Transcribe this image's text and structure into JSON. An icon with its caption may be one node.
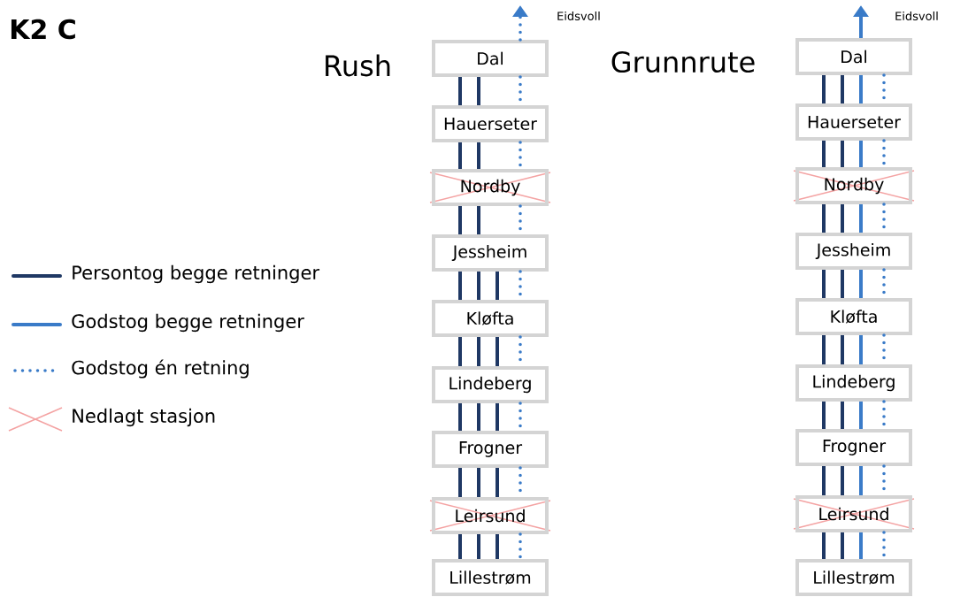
{
  "diagram": {
    "title": "K2 C",
    "nodes": [
      {
        "text": [
          "Dal"
        ]
      },
      {
        "text": [
          "Hauerseter"
        ]
      },
      {
        "text": [
          "Nordby"
        ]
      },
      {
        "text": [
          "Jessheim"
        ]
      },
      {
        "text": [
          "Kløfta"
        ]
      },
      {
        "text": [
          "Lindeberg"
        ]
      },
      {
        "text": [
          "Frogner"
        ]
      },
      {
        "text": [
          "Leirsund"
        ]
      },
      {
        "text": [
          "Lillestrøm"
        ]
      },
      {
        "text": [
          "Eidsvoll"
        ]
      },
      {
        "text": [
          "Dal"
        ]
      },
      {
        "text": [
          "Hauerseter"
        ]
      },
      {
        "text": [
          "Nordby"
        ]
      },
      {
        "text": [
          "Jessheim"
        ]
      },
      {
        "text": [
          "Kløfta"
        ]
      },
      {
        "text": [
          "Lindeberg"
        ]
      },
      {
        "text": [
          "Frogner"
        ]
      },
      {
        "text": [
          "Leirsund"
        ]
      },
      {
        "text": [
          "Lillestrøm"
        ]
      },
      {
        "text": [
          "Eidsvoll"
        ]
      }
    ],
    "edges": [
      {
        "from": 0,
        "to": 9,
        "arrow": "to",
        "style": "dashed",
        "color": "#3a7bc8"
      },
      {
        "from": 0,
        "to": 1,
        "arrow": "none"
      },
      {
        "from": 0,
        "to": 1,
        "arrow": "none"
      },
      {
        "from": 0,
        "to": 1,
        "arrow": "none",
        "style": "dashed",
        "color": "#3a7bc8"
      },
      {
        "from": 1,
        "to": 2,
        "arrow": "none"
      },
      {
        "from": 1,
        "to": 2,
        "arrow": "none"
      },
      {
        "from": 1,
        "to": 2,
        "arrow": "none",
        "style": "dashed",
        "color": "#3a7bc8"
      },
      {
        "from": 2,
        "to": 3,
        "arrow": "none"
      },
      {
        "from": 2,
        "to": 3,
        "arrow": "none"
      },
      {
        "from": 2,
        "to": 3,
        "arrow": "none",
        "style": "dashed",
        "color": "#3a7bc8"
      },
      {
        "from": 3,
        "to": 4,
        "arrow": "none"
      },
      {
        "from": 3,
        "to": 4,
        "arrow": "none"
      },
      {
        "from": 3,
        "to": 4,
        "arrow": "none"
      },
      {
        "from": 3,
        "to": 4,
        "arrow": "none",
        "style": "dashed",
        "color": "#3a7bc8"
      },
      {
        "from": 4,
        "to": 5,
        "arrow": "none"
      },
      {
        "from": 4,
        "to": 5,
        "arrow": "none"
      },
      {
        "from": 4,
        "to": 5,
        "arrow": "none"
      },
      {
        "from": 4,
        "to": 5,
        "arrow": "none",
        "style": "dashed",
        "color": "#3a7bc8"
      },
      {
        "from": 5,
        "to": 6,
        "arrow": "none"
      },
      {
        "from": 5,
        "to": 6,
        "arrow": "none"
      },
      {
        "from": 5,
        "to": 6,
        "arrow": "none"
      },
      {
        "from": 5,
        "to": 6,
        "arrow": "none",
        "style": "dashed",
        "color": "#3a7bc8"
      },
      {
        "from": 6,
        "to": 7,
        "arrow": "none"
      },
      {
        "from": 6,
        "to": 7,
        "arrow": "none"
      },
      {
        "from": 6,
        "to": 7,
        "arrow": "none"
      },
      {
        "from": 6,
        "to": 7,
        "arrow": "none",
        "style": "dashed",
        "color": "#3a7bc8"
      },
      {
        "from": 7,
        "to": 8,
        "arrow": "none"
      },
      {
        "from": 7,
        "to": 8,
        "arrow": "none"
      },
      {
        "from": 7,
        "to": 8,
        "arrow": "none"
      },
      {
        "from": 7,
        "to": 8,
        "arrow": "none",
        "style": "dashed",
        "color": "#3a7bc8"
      },
      {
        "from": 10,
        "to": 19,
        "arrow": "to",
        "color": "#3a7bc8"
      },
      {
        "from": 10,
        "to": 11,
        "arrow": "none"
      },
      {
        "from": 10,
        "to": 11,
        "arrow": "none"
      },
      {
        "from": 10,
        "to": 11,
        "arrow": "none",
        "color": "#3a7bc8"
      },
      {
        "from": 10,
        "to": 11,
        "arrow": "none",
        "style": "dashed",
        "color": "#3a7bc8"
      },
      {
        "from": 11,
        "to": 12,
        "arrow": "none"
      },
      {
        "from": 11,
        "to": 12,
        "arrow": "none"
      },
      {
        "from": 11,
        "to": 12,
        "arrow": "none",
        "color": "#3a7bc8"
      },
      {
        "from": 11,
        "to": 12,
        "arrow": "none",
        "style": "dashed",
        "color": "#3a7bc8"
      },
      {
        "from": 12,
        "to": 13,
        "arrow": "none"
      },
      {
        "from": 12,
        "to": 13,
        "arrow": "none"
      },
      {
        "from": 12,
        "to": 13,
        "arrow": "none",
        "color": "#3a7bc8"
      },
      {
        "from": 12,
        "to": 13,
        "arrow": "none",
        "style": "dashed",
        "color": "#3a7bc8"
      },
      {
        "from": 13,
        "to": 14,
        "arrow": "none"
      },
      {
        "from": 13,
        "to": 14,
        "arrow": "none"
      },
      {
        "from": 13,
        "to": 14,
        "arrow": "none",
        "color": "#3a7bc8"
      },
      {
        "from": 13,
        "to": 14,
        "arrow": "none",
        "style": "dashed",
        "color": "#3a7bc8"
      },
      {
        "from": 14,
        "to": 15,
        "arrow": "none"
      },
      {
        "from": 14,
        "to": 15,
        "arrow": "none"
      },
      {
        "from": 14,
        "to": 15,
        "arrow": "none",
        "color": "#3a7bc8"
      },
      {
        "from": 14,
        "to": 15,
        "arrow": "none",
        "style": "dashed",
        "color": "#3a7bc8"
      },
      {
        "from": 15,
        "to": 16,
        "arrow": "none"
      },
      {
        "from": 15,
        "to": 16,
        "arrow": "none"
      },
      {
        "from": 15,
        "to": 16,
        "arrow": "none",
        "color": "#3a7bc8"
      },
      {
        "from": 15,
        "to": 16,
        "arrow": "none",
        "style": "dashed",
        "color": "#3a7bc8"
      },
      {
        "from": 16,
        "to": 17,
        "arrow": "none"
      },
      {
        "from": 16,
        "to": 17,
        "arrow": "none"
      },
      {
        "from": 16,
        "to": 17,
        "arrow": "none",
        "color": "#3a7bc8"
      },
      {
        "from": 16,
        "to": 17,
        "arrow": "none",
        "style": "dashed",
        "color": "#3a7bc8"
      },
      {
        "from": 17,
        "to": 18,
        "arrow": "none"
      },
      {
        "from": 17,
        "to": 18,
        "arrow": "none"
      },
      {
        "from": 17,
        "to": 18,
        "arrow": "none",
        "color": "#3a7bc8"
      },
      {
        "from": 17,
        "to": 18,
        "arrow": "none",
        "style": "dashed",
        "color": "#3a7bc8"
      }
    ],
    "labels": [
      "Rush",
      "Grunnrute"
    ],
    "legend": [
      {
        "text": "Persontog begge retninger"
      },
      {
        "text": "Godstog begge retninger"
      },
      {
        "text": "Godstog én retning"
      },
      {
        "text": "Nedlagt stasjon"
      }
    ]
  }
}
